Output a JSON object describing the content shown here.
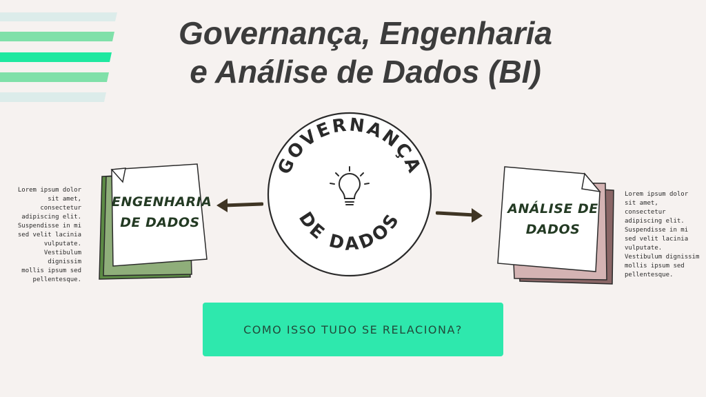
{
  "title": {
    "line1": "Governança, Engenharia",
    "line2": "e Análise de Dados (BI)"
  },
  "center": {
    "arc_top": "GOVERNANÇA",
    "arc_bottom": "DE DADOS",
    "icon": "lightbulb-icon"
  },
  "left_note": {
    "label_line1": "ENGENHARIA",
    "label_line2": "DE DADOS",
    "colors": [
      "#5c8a45",
      "#8fae7a"
    ],
    "description_lines": [
      "Lorem ipsum dolor",
      "sit amet,",
      "consectetur",
      "adipiscing elit.",
      "Suspendisse in mi",
      "sed velit lacinia",
      "vulputate.",
      "Vestibulum dignissim",
      "mollis ipsum sed",
      "pellentesque."
    ]
  },
  "right_note": {
    "label_line1": "ANÁLISE DE",
    "label_line2": "DADOS",
    "colors": [
      "#8a6666",
      "#d4b3b3"
    ],
    "description_lines": [
      "Lorem ipsum dolor",
      "sit amet,",
      "consectetur",
      "adipiscing elit.",
      "Suspendisse in mi",
      "sed velit lacinia",
      "vulputate.",
      "Vestibulum dignissim",
      "mollis ipsum sed",
      "pellentesque."
    ]
  },
  "cta": {
    "label": "COMO ISSO TUDO SE RELACIONA?"
  },
  "colors": {
    "background": "#f6f2f0",
    "accent": "#2ee8ad",
    "stripe_light": "#dcecea",
    "stripe_mid": "#80e0a9",
    "stripe_bright": "#1fe8a0",
    "arrow": "#3f3524"
  }
}
